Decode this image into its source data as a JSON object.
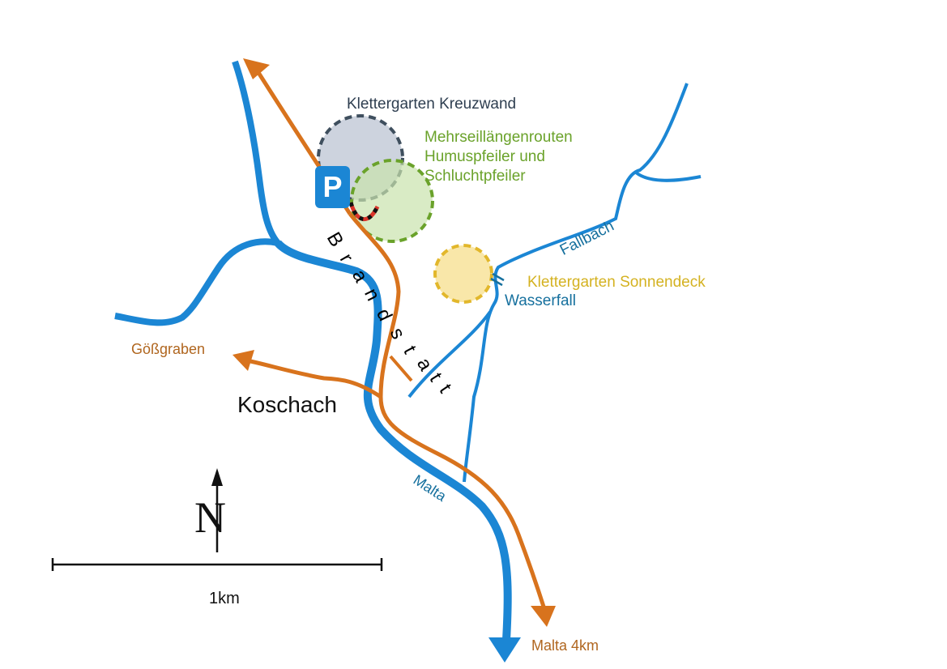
{
  "map": {
    "colors": {
      "river": "#1b86d4",
      "road": "#d8731d",
      "kreuzwand_fill": "#cdd3de",
      "kreuzwand_stroke": "#3f4f5e",
      "mehrseil_fill": "#d9ecc6",
      "mehrseil_stroke": "#6aa22a",
      "sonnendeck_fill": "#f9e7a9",
      "sonnendeck_stroke": "#e2b72b",
      "path_red": "#d9342a"
    },
    "areas": {
      "kreuzwand": "Klettergarten Kreuzwand",
      "mehrseil_line1": "Mehrseillängenrouten",
      "mehrseil_line2": "Humuspfeiler und",
      "mehrseil_line3": "Schluchtpfeiler",
      "sonnendeck": "Klettergarten Sonnendeck"
    },
    "features": {
      "waterfall": "Wasserfall",
      "stream_fallbach": "Fallbach",
      "river_malta": "Malta",
      "village": "Koschach",
      "road_goessgraben": "Gößgraben",
      "road_malta": "Malta 4km",
      "street_brandstatt": [
        "B",
        "r",
        "a",
        "n",
        "d",
        "s",
        "t",
        "a",
        "t",
        "t"
      ]
    },
    "parking": {
      "label": "P",
      "icon": "parking-icon"
    },
    "compass": {
      "label": "N",
      "icon": "north-arrow-icon"
    },
    "scale": {
      "label": "1km"
    }
  }
}
